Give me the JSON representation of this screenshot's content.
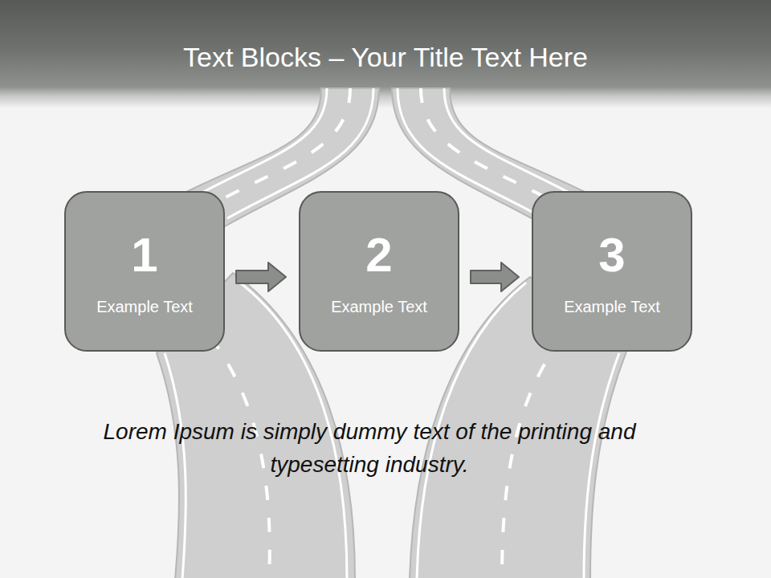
{
  "diagram": {
    "title": "Text Blocks – Your Title Text Here",
    "caption": "Lorem Ipsum is simply dummy text of the printing and typesetting industry.",
    "nodes": [
      {
        "text": [
          "1",
          "Example Text"
        ]
      },
      {
        "text": [
          "2",
          "Example Text"
        ]
      },
      {
        "text": [
          "3",
          "Example Text"
        ]
      }
    ],
    "edges": [
      {
        "from": 0,
        "to": 1,
        "arrow": "to"
      },
      {
        "from": 1,
        "to": 2,
        "arrow": "to"
      }
    ]
  }
}
